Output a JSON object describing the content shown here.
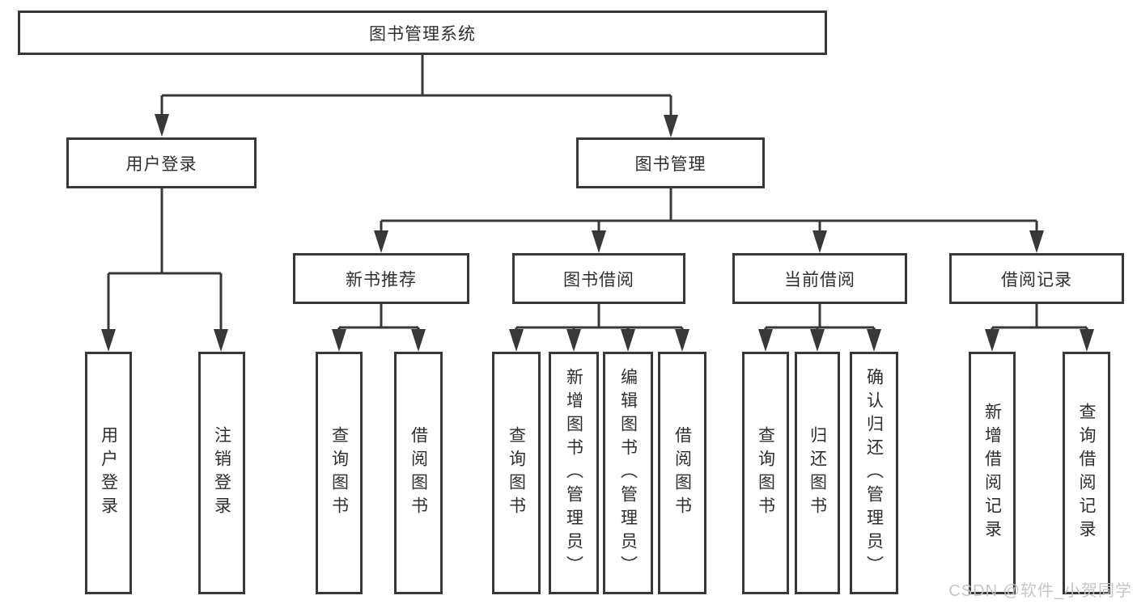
{
  "diagram_type": "hierarchy-tree",
  "tree": {
    "label": "图书管理系统",
    "children": [
      {
        "label": "用户登录",
        "children": [
          {
            "label": "用户登录"
          },
          {
            "label": "注销登录"
          }
        ]
      },
      {
        "label": "图书管理",
        "children": [
          {
            "label": "新书推荐",
            "children": [
              {
                "label": "查询图书"
              },
              {
                "label": "借阅图书"
              }
            ]
          },
          {
            "label": "图书借阅",
            "children": [
              {
                "label": "查询图书"
              },
              {
                "label": "新增图书（管理员）"
              },
              {
                "label": "编辑图书（管理员）"
              },
              {
                "label": "借阅图书"
              }
            ]
          },
          {
            "label": "当前借阅",
            "children": [
              {
                "label": "查询图书"
              },
              {
                "label": "归还图书"
              },
              {
                "label": "确认归还（管理员）"
              }
            ]
          },
          {
            "label": "借阅记录",
            "children": [
              {
                "label": "新增借阅记录"
              },
              {
                "label": "查询借阅记录"
              }
            ]
          }
        ]
      }
    ]
  },
  "watermark": "CSDN @软件_小贺同学",
  "colors": {
    "border": "#383838",
    "line": "#383838",
    "text": "#2f2f2f",
    "background": "#ffffff",
    "watermark": "#c3c3c3"
  }
}
